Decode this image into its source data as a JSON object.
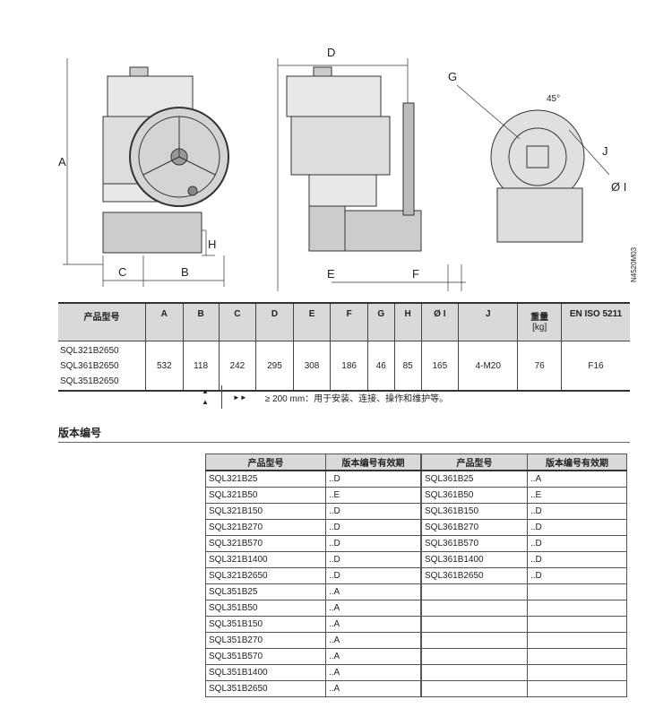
{
  "drawing": {
    "labels": {
      "A": "A",
      "B": "B",
      "C": "C",
      "H": "H",
      "D": "D",
      "E": "E",
      "F": "F",
      "G": "G",
      "angle": "45°",
      "J": "J",
      "I": "Ø I",
      "code": "N4520M03"
    }
  },
  "dims_table": {
    "headers": [
      "产品型号",
      "A",
      "B",
      "C",
      "D",
      "E",
      "F",
      "G",
      "H",
      "Ø I",
      "J",
      "重量",
      "EN ISO 5211"
    ],
    "weight_unit": "[kg]",
    "models": [
      "SQL321B2650",
      "SQL361B2650",
      "SQL351B2650"
    ],
    "values": [
      "532",
      "118",
      "242",
      "295",
      "308",
      "186",
      "46",
      "85",
      "165",
      "4-M20",
      "76",
      "F16"
    ]
  },
  "note": {
    "arrows_up": "▲",
    "arrows_right": "►►",
    "text": "≥ 200 mm：用于安装、连接、操作和维护等。"
  },
  "section_title": "版本编号",
  "version_table": {
    "headers": [
      "产品型号",
      "版本编号有效期",
      "产品型号",
      "版本编号有效期"
    ],
    "left": [
      [
        "SQL321B25",
        "..D"
      ],
      [
        "SQL321B50",
        "..E"
      ],
      [
        "SQL321B150",
        "..D"
      ],
      [
        "SQL321B270",
        "..D"
      ],
      [
        "SQL321B570",
        "..D"
      ],
      [
        "SQL321B1400",
        "..D"
      ],
      [
        "SQL321B2650",
        "..D"
      ],
      [
        "SQL351B25",
        "..A"
      ],
      [
        "SQL351B50",
        "..A"
      ],
      [
        "SQL351B150",
        "..A"
      ],
      [
        "SQL351B270",
        "..A"
      ],
      [
        "SQL351B570",
        "..A"
      ],
      [
        "SQL351B1400",
        "..A"
      ],
      [
        "SQL351B2650",
        "..A"
      ]
    ],
    "right": [
      [
        "SQL361B25",
        "..A"
      ],
      [
        "SQL361B50",
        "..E"
      ],
      [
        "SQL361B150",
        "..D"
      ],
      [
        "SQL361B270",
        "..D"
      ],
      [
        "SQL361B570",
        "..D"
      ],
      [
        "SQL361B1400",
        "..D"
      ],
      [
        "SQL361B2650",
        "..D"
      ]
    ]
  }
}
